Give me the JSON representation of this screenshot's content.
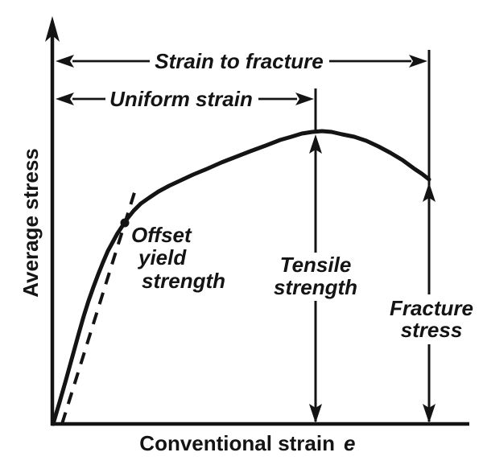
{
  "figure": {
    "colors": {
      "ink": "#141414",
      "background": "#ffffff"
    },
    "axes": {
      "y_label": "Average stress",
      "x_label": "Conventional strain",
      "x_symbol": "e"
    },
    "labels": {
      "strain_to_fracture": "Strain to fracture",
      "uniform_strain": "Uniform strain",
      "offset_yield_strength": {
        "lines": [
          "Offset",
          "yield",
          "strength"
        ]
      },
      "tensile_strength": {
        "lines": [
          "Tensile",
          "strength"
        ]
      },
      "fracture_stress": {
        "lines": [
          "Fracture",
          "stress"
        ]
      }
    }
  }
}
